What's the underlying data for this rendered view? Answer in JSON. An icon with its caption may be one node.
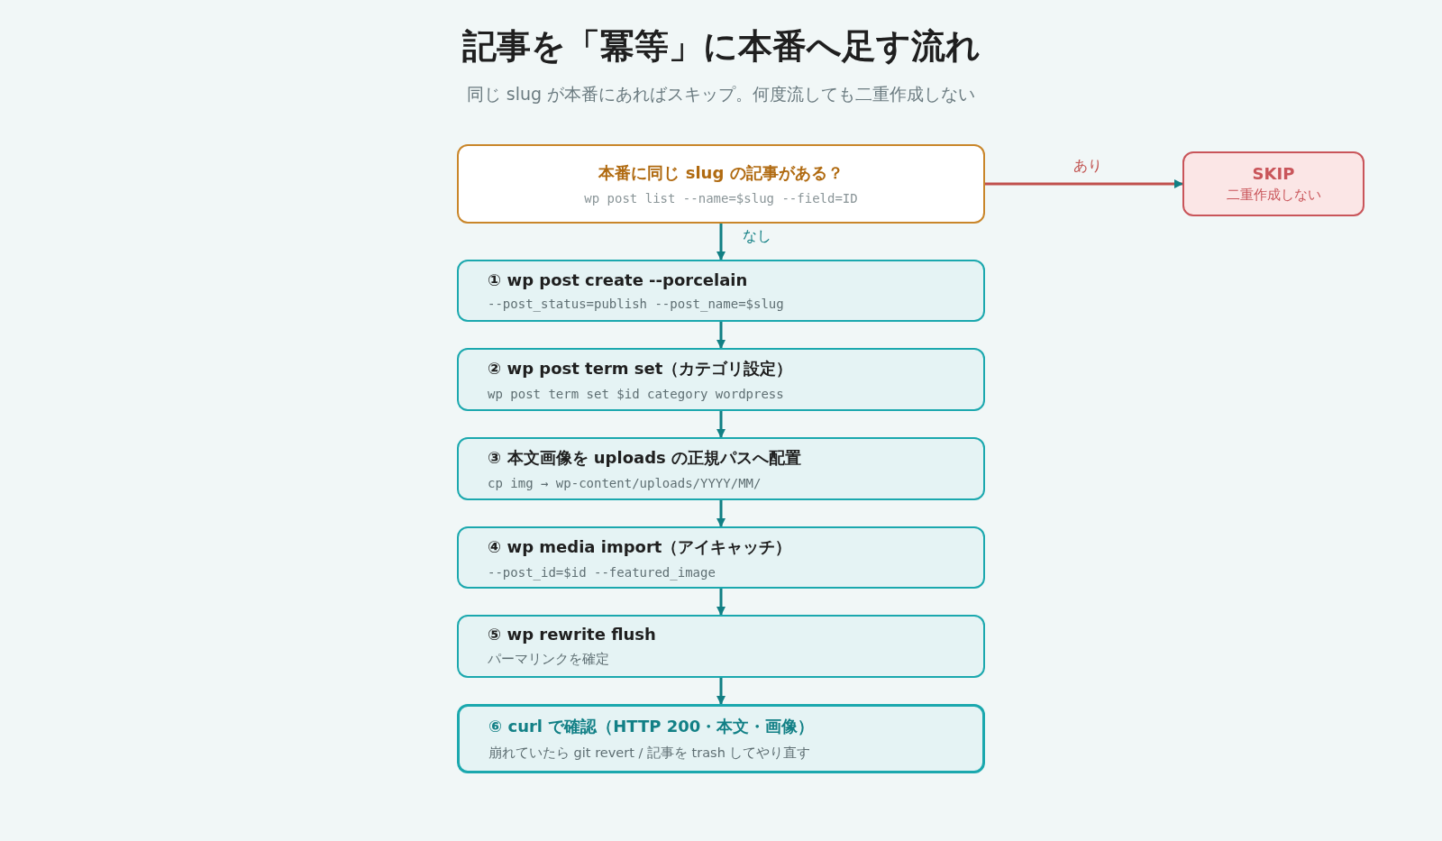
{
  "diagram": {
    "title": "記事を「冪等」に本番へ足す流れ",
    "caption": "同じ slug が本番にあればスキップ。何度流しても二重作成しない",
    "nodes": [
      {
        "text": [
          "本番に同じ slug の記事がある？",
          "wp post list --name=$slug --field=ID"
        ]
      },
      {
        "text": [
          "SKIP",
          "二重作成しない"
        ]
      },
      {
        "text": [
          "① wp post create --porcelain",
          "--post_status=publish --post_name=$slug"
        ]
      },
      {
        "text": [
          "② wp post term set（カテゴリ設定）",
          "wp post term set $id category wordpress"
        ]
      },
      {
        "text": [
          "③ 本文画像を uploads の正規パスへ配置",
          "cp img → wp-content/uploads/YYYY/MM/"
        ]
      },
      {
        "text": [
          "④ wp media import（アイキャッチ）",
          "--post_id=$id --featured_image"
        ]
      },
      {
        "text": [
          "⑤ wp rewrite flush",
          "パーマリンクを確定"
        ]
      },
      {
        "text": [
          "⑥ curl で確認（HTTP 200・本文・画像）",
          "崩れていたら git revert / 記事を trash してやり直す"
        ]
      }
    ],
    "edges": [
      {
        "from": 0,
        "to": 1,
        "arrow": "to",
        "label": "あり",
        "color": "#c0504d"
      },
      {
        "from": 0,
        "to": 2,
        "arrow": "to",
        "label": "なし"
      },
      {
        "from": 2,
        "to": 3,
        "arrow": "to"
      },
      {
        "from": 3,
        "to": 4,
        "arrow": "to"
      },
      {
        "from": 4,
        "to": 5,
        "arrow": "to"
      },
      {
        "from": 5,
        "to": 6,
        "arrow": "to"
      },
      {
        "from": 6,
        "to": 7,
        "arrow": "to"
      }
    ]
  }
}
